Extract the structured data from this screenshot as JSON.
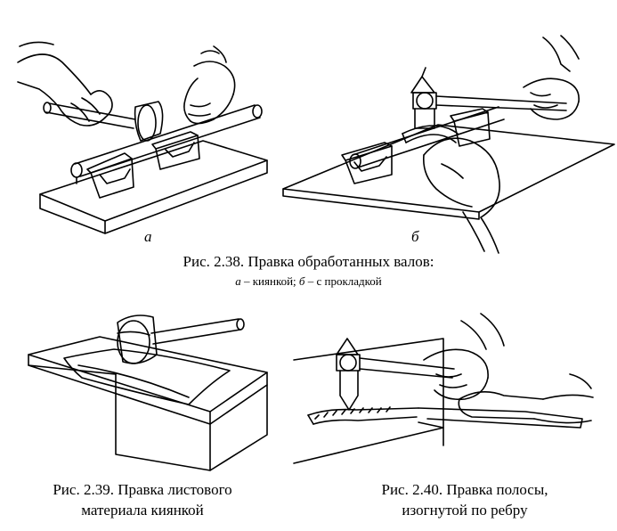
{
  "figure_238": {
    "sub_a": "а",
    "sub_b": "б",
    "caption": "Рис. 2.38. Правка обработанных валов:",
    "legend_a_letter": "а",
    "legend_a_text": " – киянкой; ",
    "legend_b_letter": "б",
    "legend_b_text": " – с прокладкой"
  },
  "figure_239": {
    "caption_line1": "Рис. 2.39. Правка листового",
    "caption_line2": "материала киянкой"
  },
  "figure_240": {
    "caption_line1": "Рис. 2.40. Правка полосы,",
    "caption_line2": "изогнутой по ребру"
  },
  "icons": [
    "mallet-icon",
    "hammer-icon",
    "hand-icon",
    "anvil-plate-icon",
    "v-block-icon",
    "shaft-icon",
    "curved-strip-icon"
  ]
}
